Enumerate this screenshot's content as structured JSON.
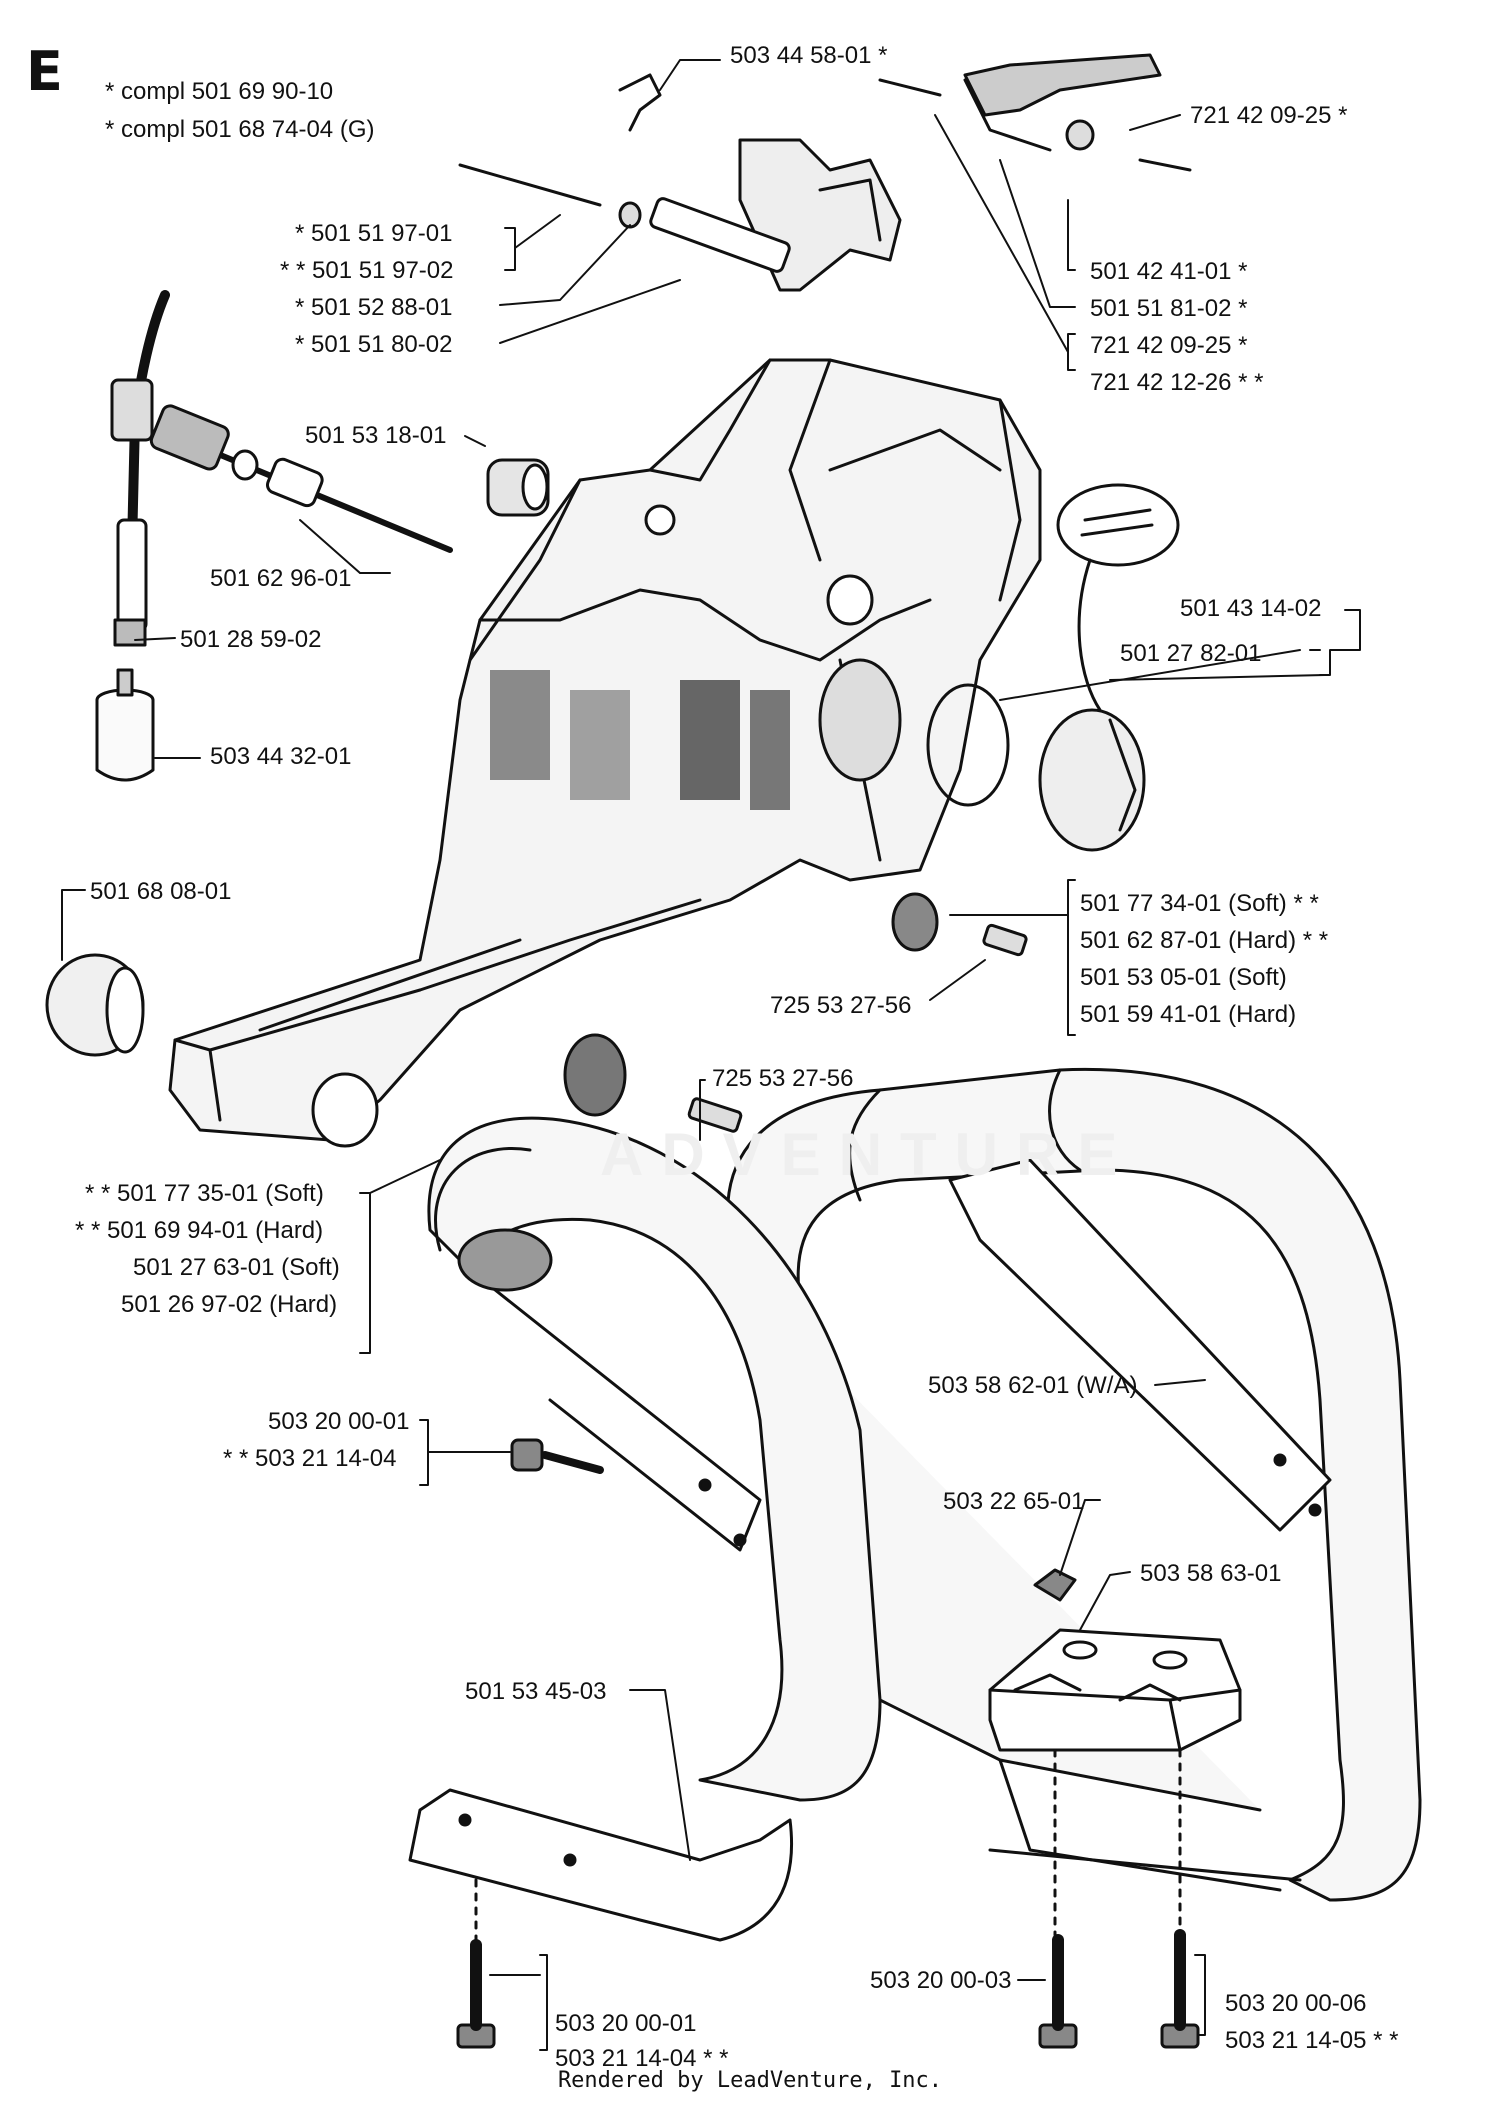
{
  "section_letter": "E",
  "compl_notes": [
    "*  compl 501 69 90-10",
    "*  compl 501 68 74-04 (G)"
  ],
  "watermark": "ADVENTURE",
  "labels": {
    "l1": "503 44 58-01  *",
    "l2": "721 42 09-25  *",
    "l3": "*  501 51 97-01",
    "l4": "* *  501 51 97-02",
    "l5": "*  501 52 88-01",
    "l6": "*  501 51 80-02",
    "l7": "501 42 41-01  *",
    "l8": "501 51 81-02  *",
    "l9": "721 42 09-25  *",
    "l10": "721 42 12-26  * *",
    "l11": "501 53 18-01",
    "l12": "501 62 96-01",
    "l13": "501 28 59-02",
    "l14": "503 44 32-01",
    "l15": "501 43 14-02",
    "l16": "501 27 82-01",
    "l17": "501 68 08-01",
    "l18": "501 77 34-01 (Soft)  * *",
    "l19": "501 62 87-01 (Hard)  * *",
    "l20": "501 53 05-01 (Soft)",
    "l21": "501 59 41-01 (Hard)",
    "l22": "725 53 27-56",
    "l23": "725 53 27-56",
    "l24": "* *  501 77 35-01 (Soft)",
    "l25": "* *  501 69 94-01 (Hard)",
    "l26": "501 27 63-01 (Soft)",
    "l27": "501 26 97-02 (Hard)",
    "l28": "503 58 62-01 (W/A)",
    "l29": "503 20 00-01",
    "l30": "* *  503 21 14-04",
    "l31": "503 22 65-01",
    "l32": "503 58 63-01",
    "l33": "501 53 45-03",
    "l34": "503 20 00-03",
    "l35": "503 20 00-01",
    "l36": "503 21 14-04  * *",
    "l37": "503 20 00-06",
    "l38": "503 21 14-05  * *"
  },
  "footer": "Rendered by LeadVenture, Inc."
}
